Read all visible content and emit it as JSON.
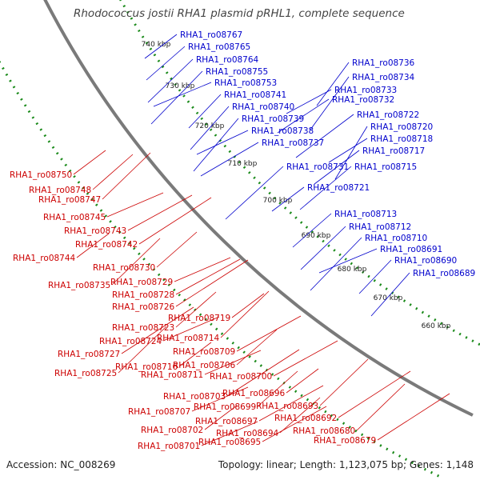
{
  "title": "Rhodococcus jostii RHA1 plasmid pRHL1, complete sequence",
  "footer": {
    "accession": "Accession: NC_008269",
    "topology": "Topology: linear; Length: 1,123,075 bp; Genes: 1,148"
  },
  "colors": {
    "forward_strand": "#0000e6",
    "reverse_strand": "#e60000",
    "backbone": "#7a7a7a",
    "tick": "#1a8a1a",
    "label_forward": "#0000cc",
    "label_reverse": "#cc0000"
  },
  "ticks": [
    "740 kbp",
    "730 kbp",
    "720 kbp",
    "710 kbp",
    "700 kbp",
    "690 kbp",
    "680 kbp",
    "670 kbp",
    "660 kbp"
  ],
  "forward_labels": [
    "RHA1_ro08767",
    "RHA1_ro08765",
    "RHA1_ro08764",
    "RHA1_ro08755",
    "RHA1_ro08753",
    "RHA1_ro08741",
    "RHA1_ro08740",
    "RHA1_ro08739",
    "RHA1_ro08738",
    "RHA1_ro08737",
    "RHA1_ro08736",
    "RHA1_ro08734",
    "RHA1_ro08733",
    "RHA1_ro08732",
    "RHA1_ro08722",
    "RHA1_ro08720",
    "RHA1_ro08718",
    "RHA1_ro08717",
    "RHA1_ro08715",
    "RHA1_ro08731",
    "RHA1_ro08721",
    "RHA1_ro08713",
    "RHA1_ro08712",
    "RHA1_ro08710",
    "RHA1_ro08691",
    "RHA1_ro08690",
    "RHA1_ro08689"
  ],
  "reverse_labels": [
    "RHA1_ro08750",
    "RHA1_ro08748",
    "RHA1_ro08747",
    "RHA1_ro08745",
    "RHA1_ro08743",
    "RHA1_ro08742",
    "RHA1_ro08744",
    "RHA1_ro08730",
    "RHA1_ro08735",
    "RHA1_ro08729",
    "RHA1_ro08728",
    "RHA1_ro08726",
    "RHA1_ro08719",
    "RHA1_ro08723",
    "RHA1_ro08714",
    "RHA1_ro08724",
    "RHA1_ro08709",
    "RHA1_ro08727",
    "RHA1_ro08716",
    "RHA1_ro08706",
    "RHA1_ro08725",
    "RHA1_ro08711",
    "RHA1_ro08700",
    "RHA1_ro08703",
    "RHA1_ro08696",
    "RHA1_ro08699",
    "RHA1_ro08693",
    "RHA1_ro08707",
    "RHA1_ro08697",
    "RHA1_ro08692",
    "RHA1_ro08702",
    "RHA1_ro08694",
    "RHA1_ro08680",
    "RHA1_ro08701",
    "RHA1_ro08695",
    "RHA1_ro08679"
  ]
}
